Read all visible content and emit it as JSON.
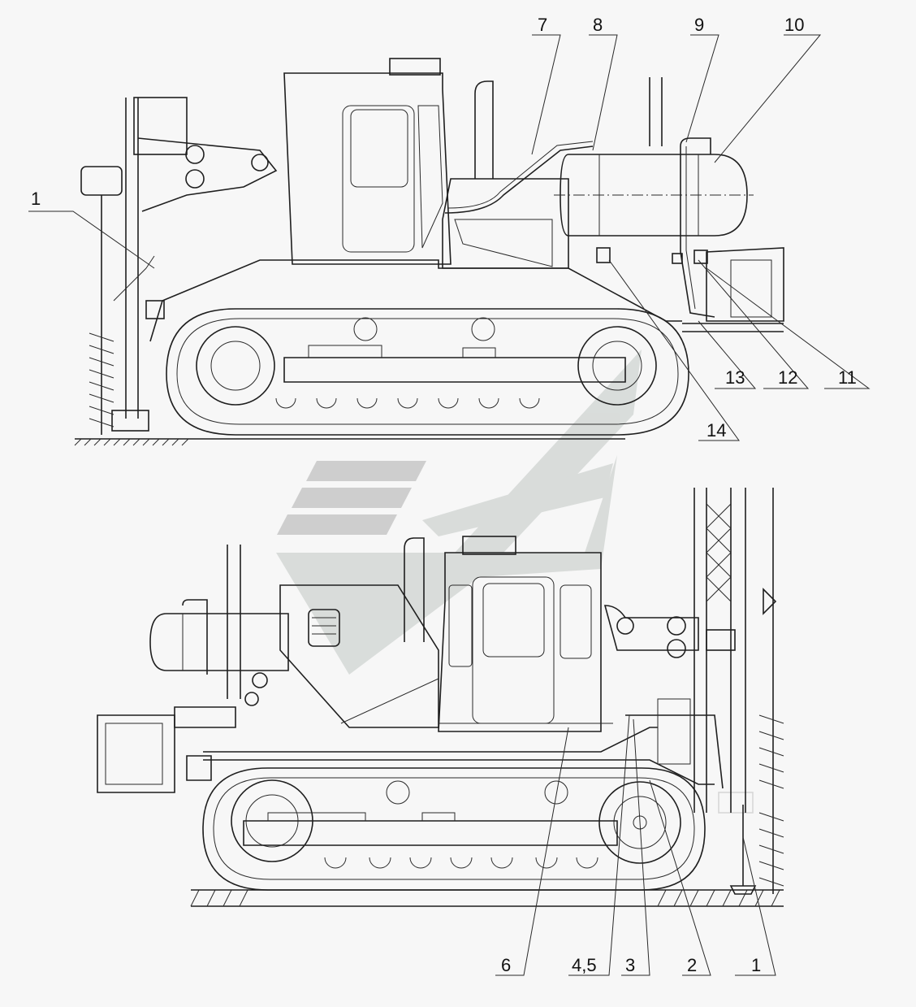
{
  "views": {
    "top": {
      "callouts": [
        "1",
        "7",
        "8",
        "9",
        "10",
        "11",
        "12",
        "13",
        "14"
      ]
    },
    "bottom": {
      "callouts": [
        "1",
        "2",
        "3",
        "4,5",
        "6"
      ]
    }
  },
  "watermark_colors": {
    "bars": "#c8c8c8",
    "chevron": "#d4d8d6"
  },
  "line_color": "#1f1f1f",
  "background": "#f7f7f7"
}
